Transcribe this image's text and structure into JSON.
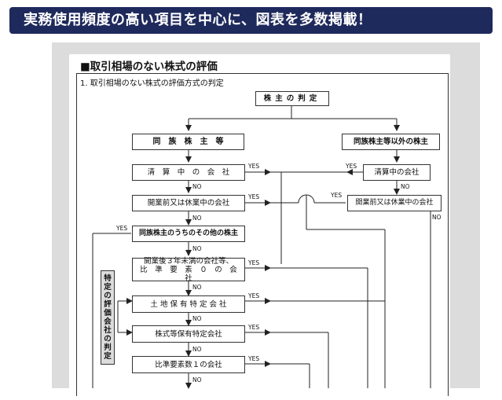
{
  "banner": {
    "text": "実務使用頻度の高い項目を中心に、図表を多数掲載！"
  },
  "document": {
    "title": "■取引相場のない株式の評価",
    "section": "1. 取引相場のない株式の評価方式の判定"
  },
  "flow": {
    "top": "株主の判定",
    "left_header": "同　族　株　主　等",
    "right_header": "同族株主等以外の株主",
    "left": {
      "liquidation": "清　算　中　の　会　社",
      "pre_open": "開業前又は休業中の会社",
      "other_shareholder": "同族株主のうちのその他の株主",
      "under3_line1": "開業後３年未満の会社等、",
      "under3_line2": "比　準　要　素　０　の　会　社",
      "land": "土 地 保 有 特 定 会 社",
      "stock": "株式等保有特定会社",
      "ratio1": "比準要素数１の会社"
    },
    "right": {
      "liquidation": "清算中の会社",
      "pre_open": "開業前又は休業中の会社"
    },
    "side_box": [
      "特",
      "定",
      "の",
      "評",
      "価",
      "会",
      "社",
      "の",
      "判",
      "定"
    ],
    "yes": "YES",
    "no": "NO"
  },
  "colors": {
    "banner": "#1f2a5c",
    "panel": "#dcdcdc"
  }
}
